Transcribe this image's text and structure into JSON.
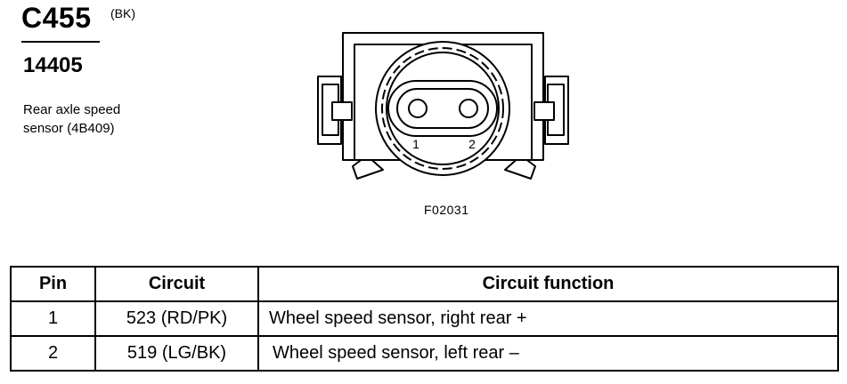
{
  "header": {
    "connector_id": "C455",
    "color_code": "(BK)",
    "part_number": "14405",
    "description_line1": "Rear axle speed",
    "description_line2": "sensor (4B409)"
  },
  "figure": {
    "pin_labels": [
      "1",
      "2"
    ],
    "figure_id": "F02031"
  },
  "table": {
    "headers": {
      "pin": "Pin",
      "circuit": "Circuit",
      "function": "Circuit function"
    },
    "rows": [
      {
        "pin": "1",
        "circuit": "523 (RD/PK)",
        "function": "Wheel speed sensor, right rear +"
      },
      {
        "pin": "2",
        "circuit": "519 (LG/BK)",
        "function": "Wheel speed sensor, left rear –"
      }
    ]
  }
}
